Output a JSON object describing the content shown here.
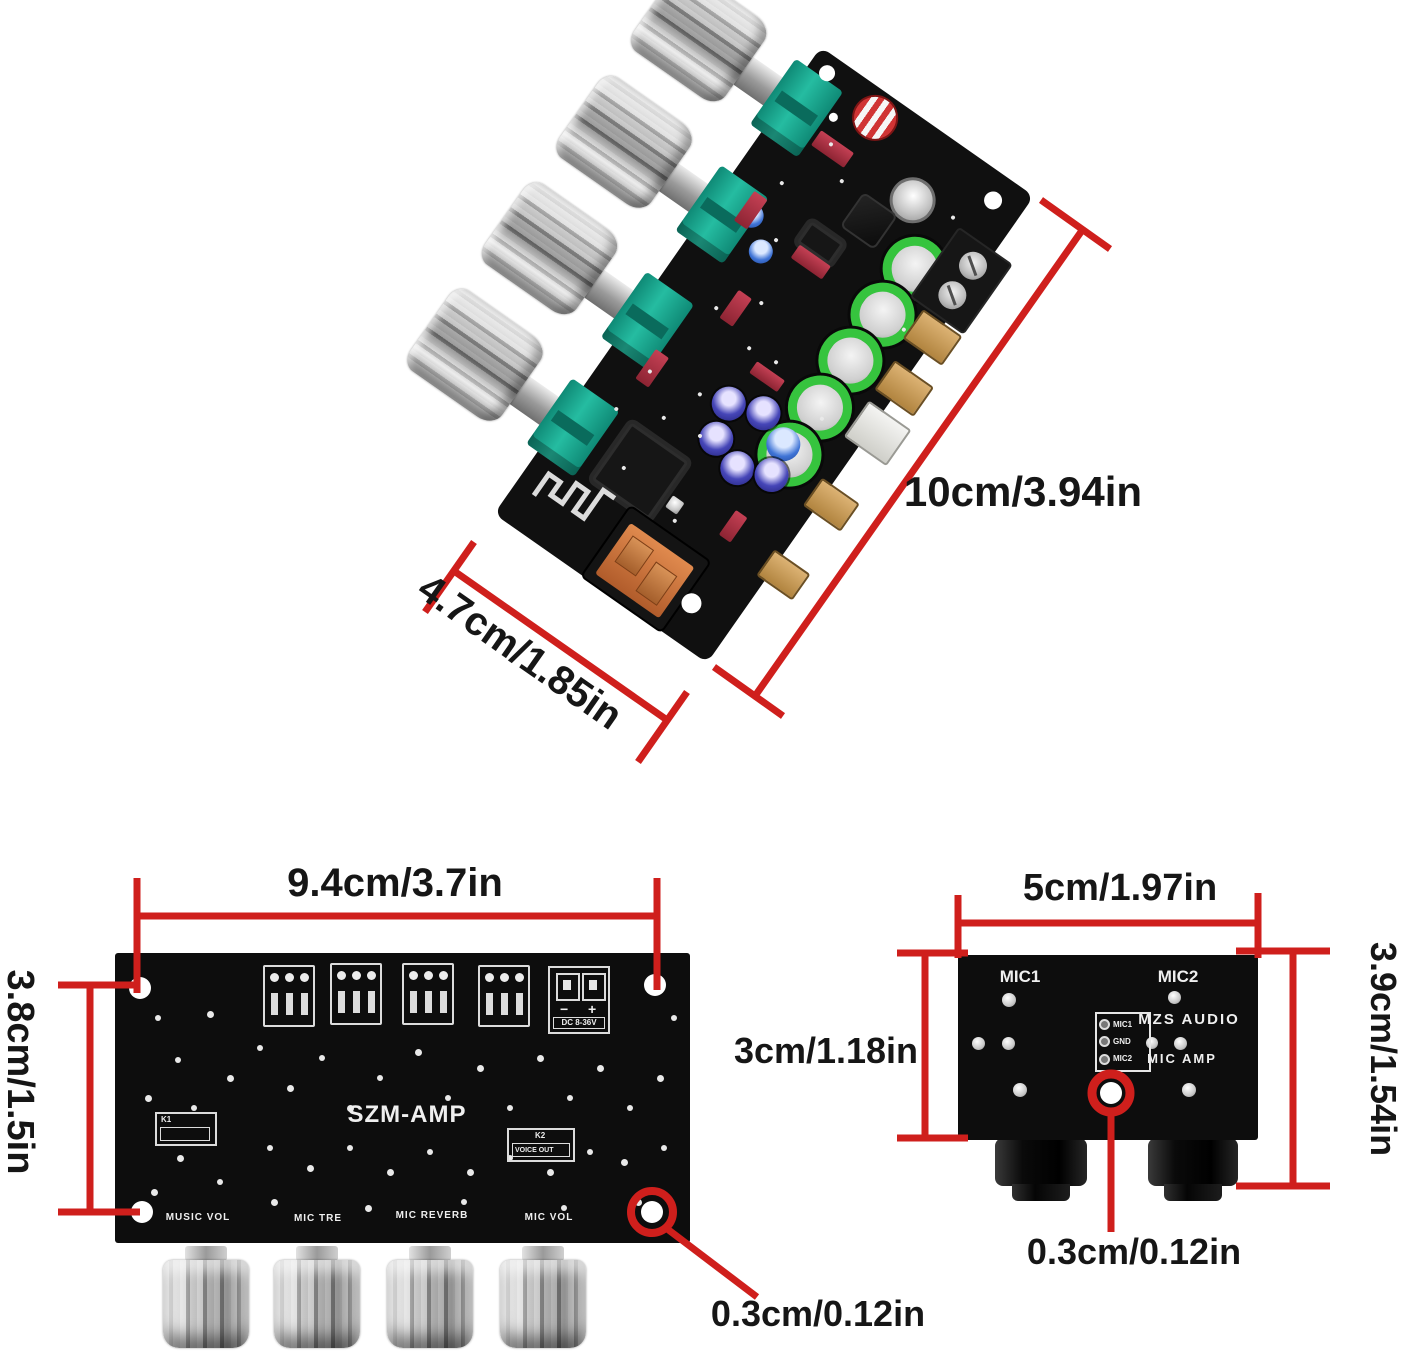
{
  "colors": {
    "dimension_red": "#cf1f1c",
    "pcb_black": "#0d0d0d",
    "pot_teal": "#1fb39b",
    "cap_green": "#36c43e",
    "usb_orange": "#d9783f"
  },
  "top_view": {
    "dim_length": "10cm/3.94in",
    "dim_width": "4.7cm/1.85in"
  },
  "front_view": {
    "dim_width": "9.4cm/3.7in",
    "dim_height": "3.8cm/1.5in",
    "dim_hole": "0.3cm/0.12in",
    "board_name": "SZM-AMP",
    "power_neg": "−",
    "power_pos": "+",
    "power_label": "DC 8-36V",
    "k1": "K1",
    "k2": "K2",
    "k2_sub": "VOICE OUT",
    "knob_labels": [
      "MUSIC VOL",
      "MIC TRE",
      "MIC REVERB",
      "MIC VOL"
    ]
  },
  "mic_view": {
    "dim_width": "5cm/1.97in",
    "dim_height": "3.9cm/1.54in",
    "dim_body": "3cm/1.18in",
    "dim_hole": "0.3cm/0.12in",
    "mic1": "MIC1",
    "mic2": "MIC2",
    "brand": "MZS AUDIO",
    "name": "MIC AMP",
    "pin_labels": [
      "MIC1",
      "GND",
      "MIC2"
    ]
  }
}
